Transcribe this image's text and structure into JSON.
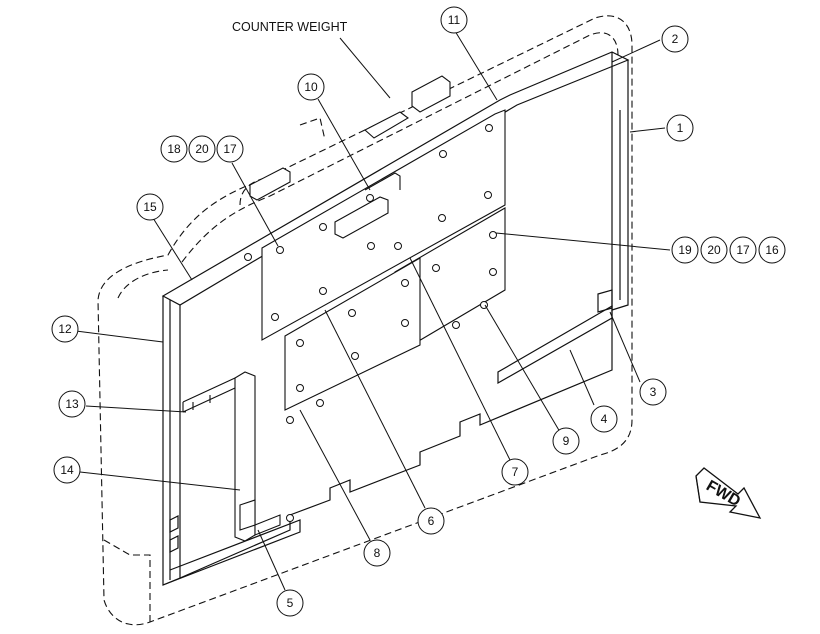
{
  "title_label": "COUNTER WEIGHT",
  "fwd_label": "FWD",
  "callouts": [
    {
      "id": "c1",
      "labels": [
        "1"
      ]
    },
    {
      "id": "c2",
      "labels": [
        "2"
      ]
    },
    {
      "id": "c3",
      "labels": [
        "3"
      ]
    },
    {
      "id": "c4",
      "labels": [
        "4"
      ]
    },
    {
      "id": "c5",
      "labels": [
        "5"
      ]
    },
    {
      "id": "c6",
      "labels": [
        "6"
      ]
    },
    {
      "id": "c7",
      "labels": [
        "7"
      ]
    },
    {
      "id": "c8",
      "labels": [
        "8"
      ]
    },
    {
      "id": "c9",
      "labels": [
        "9"
      ]
    },
    {
      "id": "c10",
      "labels": [
        "10"
      ]
    },
    {
      "id": "c11",
      "labels": [
        "11"
      ]
    },
    {
      "id": "c12",
      "labels": [
        "12"
      ]
    },
    {
      "id": "c13",
      "labels": [
        "13"
      ]
    },
    {
      "id": "c14",
      "labels": [
        "14"
      ]
    },
    {
      "id": "c15",
      "labels": [
        "15"
      ]
    },
    {
      "id": "c18-20-17",
      "labels": [
        "18",
        "20",
        "17"
      ]
    },
    {
      "id": "c19-20-17-16",
      "labels": [
        "19",
        "20",
        "17",
        "16"
      ]
    }
  ]
}
